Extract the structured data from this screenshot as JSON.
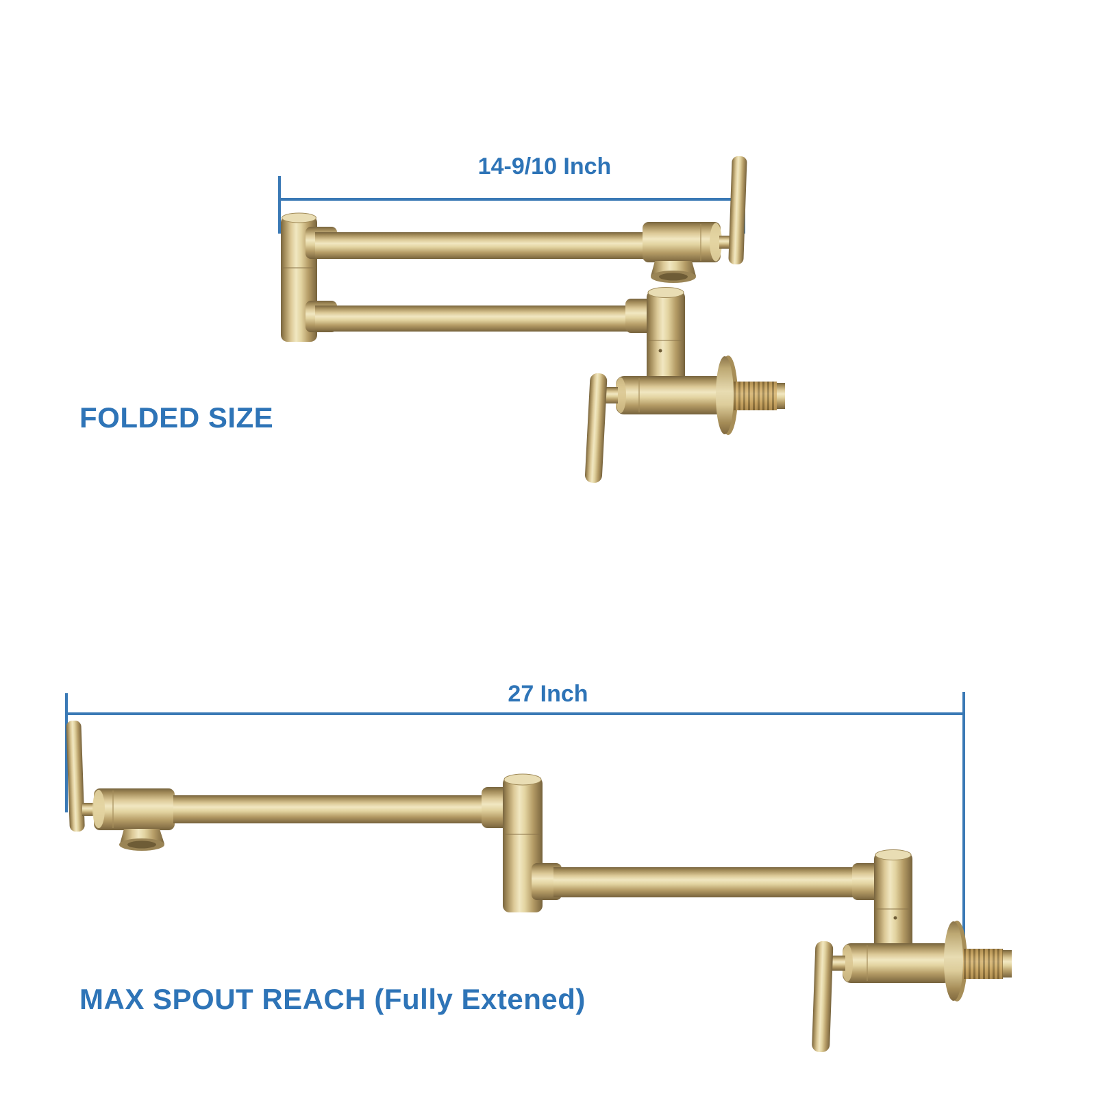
{
  "theme": {
    "background": "#ffffff",
    "label-blue": "#2e74b7",
    "line-blue": "#3a79b5",
    "brass": "#c9b180",
    "brass-dark": "#8a7449",
    "brass-light": "#f2e9c9",
    "thread-brass": "#c79e4f"
  },
  "views": {
    "folded": {
      "caption": "FOLDED SIZE",
      "dimension_value": "14-9/10 Inch"
    },
    "extended": {
      "caption": "MAX SPOUT REACH (Fully Extened)",
      "dimension_value": "27 Inch"
    }
  }
}
